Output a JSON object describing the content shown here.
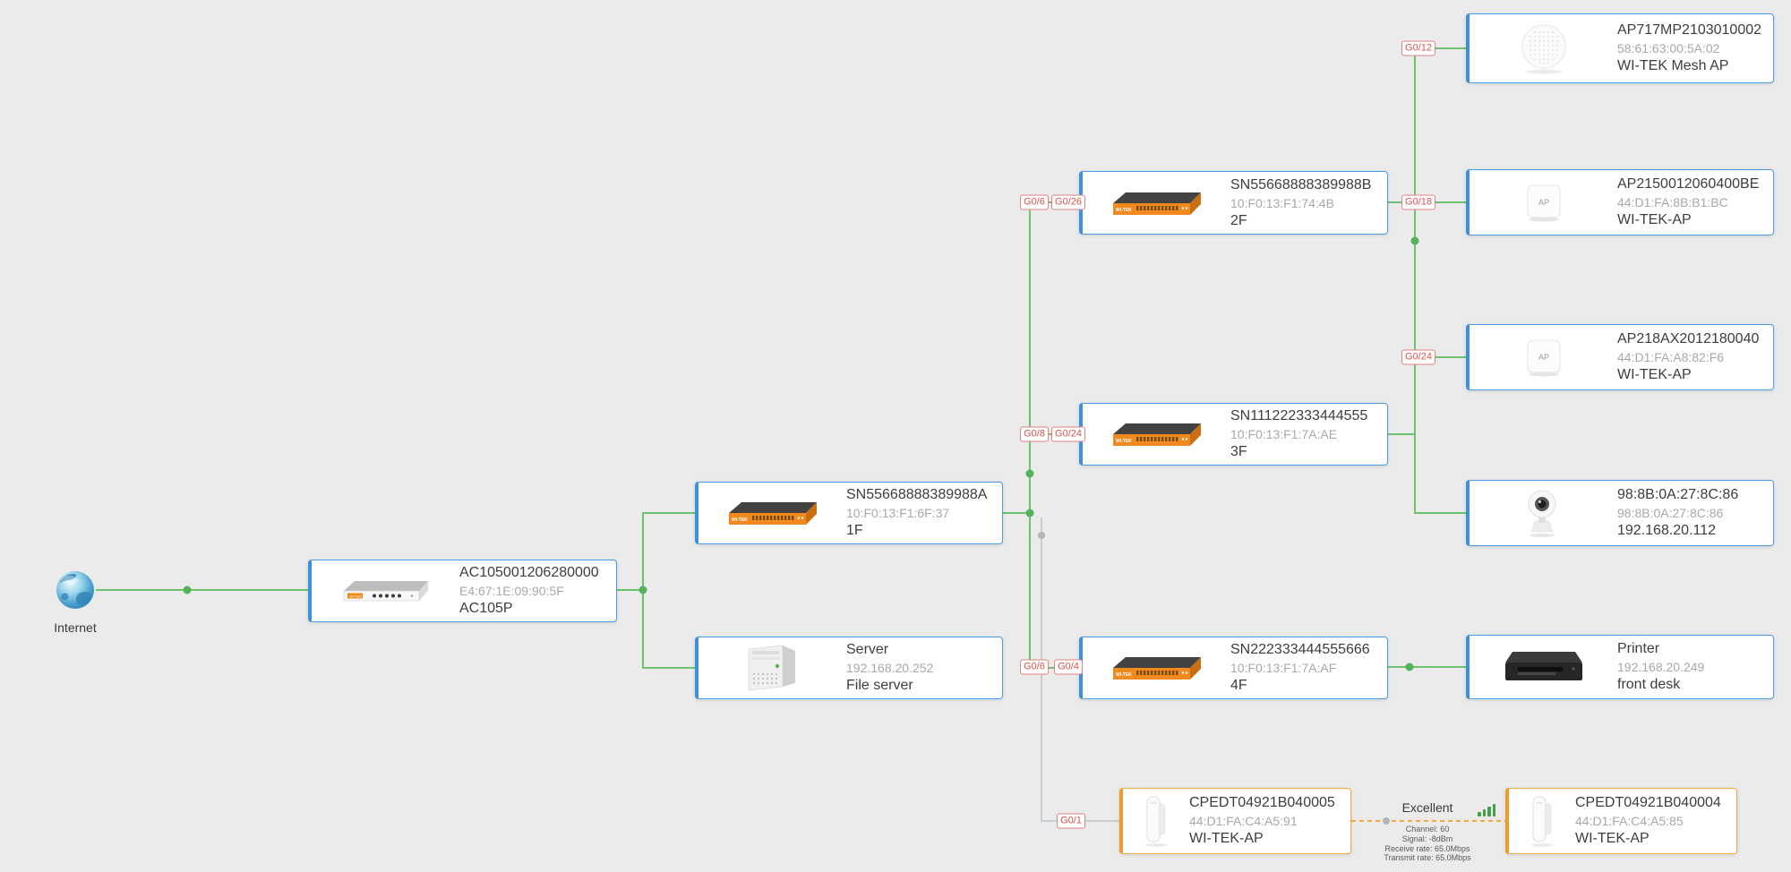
{
  "colors": {
    "background": "#ebebeb",
    "link_green": "#6dc26d",
    "link_offline": "#c2c2c2",
    "wireless_orange": "#f5a742",
    "port_red": "#d9534f",
    "card_border_blue": "#4a9be8",
    "cpe_border_orange": "#f5a742"
  },
  "brand": "WI-TEK",
  "ap_badge": "AP",
  "internet": {
    "label": "Internet"
  },
  "nodes": {
    "ac": {
      "name": "AC105001206280000",
      "detail": "E4:67:1E:09:90:5F",
      "label": "AC105P"
    },
    "sw1f": {
      "name": "SN55668888389988A",
      "detail": "10:F0:13:F1:6F:37",
      "label": "1F"
    },
    "server": {
      "name": "Server",
      "detail": "192.168.20.252",
      "label": "File server"
    },
    "sw2f": {
      "name": "SN55668888389988B",
      "detail": "10:F0:13:F1:74:4B",
      "label": "2F"
    },
    "sw3f": {
      "name": "SN111222333444555",
      "detail": "10:F0:13:F1:7A:AE",
      "label": "3F"
    },
    "sw4f": {
      "name": "SN222333444555666",
      "detail": "10:F0:13:F1:7A:AF",
      "label": "4F"
    },
    "mesh_ap": {
      "name": "AP717MP2103010002",
      "detail": "58:61:63:00:5A:02",
      "label": "WI-TEK Mesh AP"
    },
    "ap2150": {
      "name": "AP2150012060400BE",
      "detail": "44:D1:FA:8B:B1:BC",
      "label": "WI-TEK-AP"
    },
    "ap218": {
      "name": "AP218AX2012180040",
      "detail": "44:D1:FA:A8:82:F6",
      "label": "WI-TEK-AP"
    },
    "camera": {
      "name": "98:8B:0A:27:8C:86",
      "detail": "98:8B:0A:27:8C:86",
      "label": "192.168.20.112"
    },
    "printer": {
      "name": "Printer",
      "detail": "192.168.20.249",
      "label": "front desk"
    },
    "cpe5": {
      "name": "CPEDT04921B040005",
      "detail": "44:D1:FA:C4:A5:91",
      "label": "WI-TEK-AP"
    },
    "cpe4": {
      "name": "CPEDT04921B040004",
      "detail": "44:D1:FA:C4:A5:85",
      "label": "WI-TEK-AP"
    }
  },
  "ports": [
    {
      "label": "G0/12"
    },
    {
      "label": "G0/6"
    },
    {
      "label": "G0/26"
    },
    {
      "label": "G0/18"
    },
    {
      "label": "G0/8"
    },
    {
      "label": "G0/24"
    },
    {
      "label": "G0/24"
    },
    {
      "label": "G0/6"
    },
    {
      "label": "G0/4"
    },
    {
      "label": "G0/1"
    }
  ],
  "wireless_link": {
    "quality": "Excellent",
    "stats": [
      "Channel: 60",
      "Signal: -8dBm",
      "Receive rate: 65.0Mbps",
      "Transmit rate: 65.0Mbps"
    ]
  }
}
